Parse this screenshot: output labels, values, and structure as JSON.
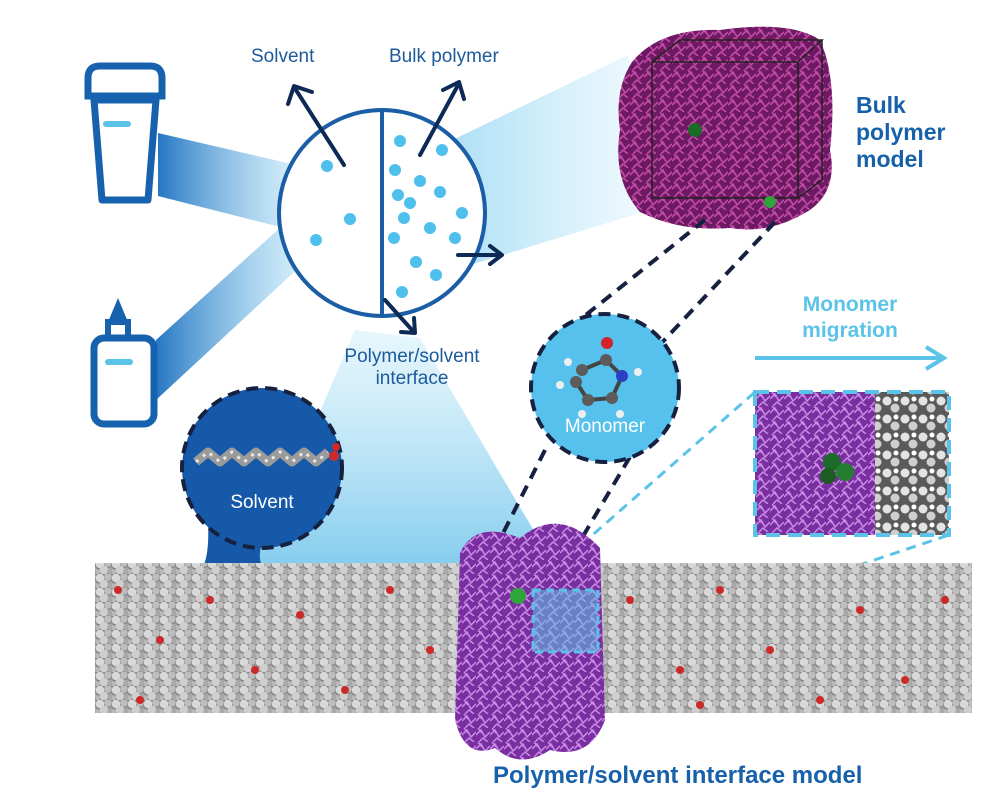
{
  "labels": {
    "solvent_top": "Solvent",
    "bulk_polymer": "Bulk polymer",
    "interface_line1": "Polymer/solvent",
    "interface_line2": "interface",
    "bulk_model_line1": "Bulk",
    "bulk_model_line2": "polymer",
    "bulk_model_line3": "model",
    "migration_line1": "Monomer",
    "migration_line2": "migration",
    "monomer": "Monomer",
    "solvent_bubble": "Solvent",
    "interface_model": "Polymer/solvent interface model"
  },
  "colors": {
    "dark_blue": "#1760aa",
    "navy": "#0d2a55",
    "light_blue": "#5bc3e8",
    "magenta": "#9b2a86",
    "purple": "#a85ac6"
  }
}
